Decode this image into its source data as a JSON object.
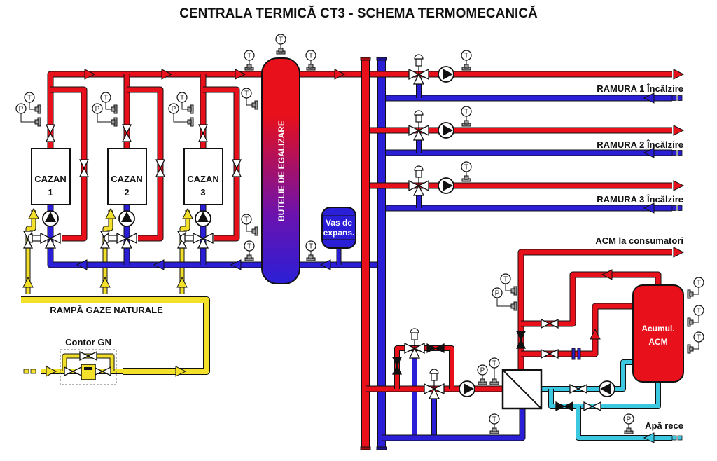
{
  "title": "CENTRALA TERMICĂ CT3 - SCHEMA TERMOMECANICĂ",
  "colors": {
    "supply": "#e8101a",
    "return": "#2a1fd6",
    "gas": "#f2e02a",
    "cold_water": "#3cc8e0",
    "outline": "#111111",
    "sensor_body": "#9a9a9a"
  },
  "boilers": [
    {
      "label": "CAZAN",
      "number": "1"
    },
    {
      "label": "CAZAN",
      "number": "2"
    },
    {
      "label": "CAZAN",
      "number": "3"
    }
  ],
  "hydraulic_separator": {
    "label": "BUTELIE DE EGALIZARE"
  },
  "expansion_vessel": {
    "line1": "Vas de",
    "line2": "expans."
  },
  "gas": {
    "manifold_label": "RAMPĂ GAZE NATURALE",
    "meter_label": "Contor GN"
  },
  "branches": [
    {
      "label": "RAMURA 1 Încălzire"
    },
    {
      "label": "RAMURA 2 Încălzire"
    },
    {
      "label": "RAMURA 3 Încălzire"
    }
  ],
  "dhw": {
    "to_consumers_label": "ACM la consumatori",
    "tank_line1": "Acumul.",
    "tank_line2": "ACM",
    "cold_water_label": "Apă rece"
  },
  "instruments": {
    "temperature": "T",
    "pressure": "P"
  }
}
